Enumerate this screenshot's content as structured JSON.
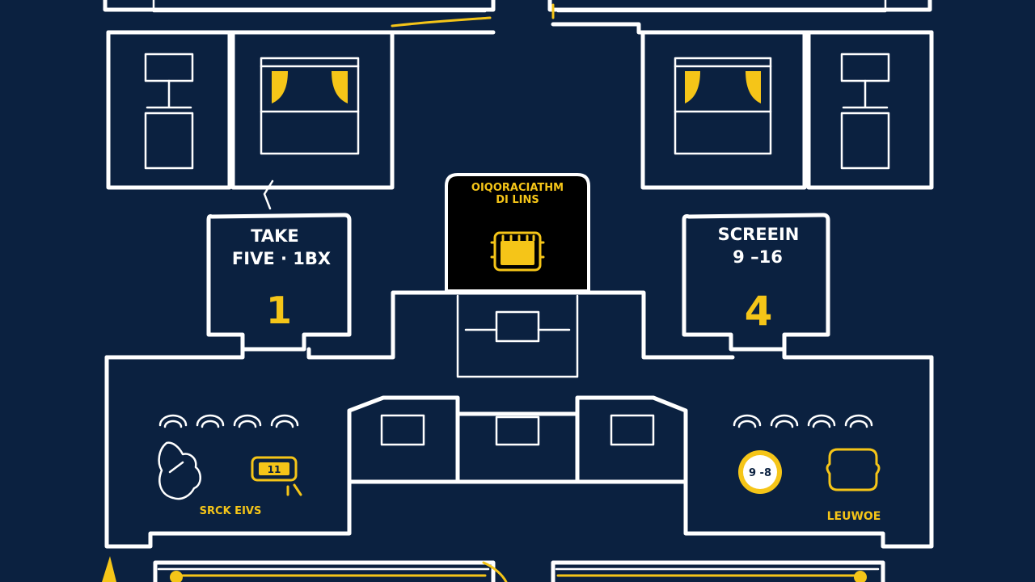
{
  "colors": {
    "background": "#0b2140",
    "wall": "#ffffff",
    "accent": "#f5c518",
    "feature_panel": "#000000"
  },
  "rooms": {
    "left_lounge": {
      "line1": "TAKE",
      "line2": "FIVE · 1BX",
      "number": "1"
    },
    "right_lounge": {
      "line1": "SCREEIN",
      "line2": "9 –16",
      "number": "4"
    },
    "center_feature": {
      "line1": "OIQORACIATHM",
      "line2": "DI LINS",
      "icon": "screen-icon"
    }
  },
  "bottom": {
    "left_caption": "SRCK EIVS",
    "right_caption": "LEUWOE",
    "badge": "9 ‑8",
    "sign_digits": "11"
  },
  "icons": [
    "monitor-icon",
    "bed-icon",
    "screen-icon",
    "sensor-icon",
    "cloud-icon",
    "headset-icon"
  ]
}
